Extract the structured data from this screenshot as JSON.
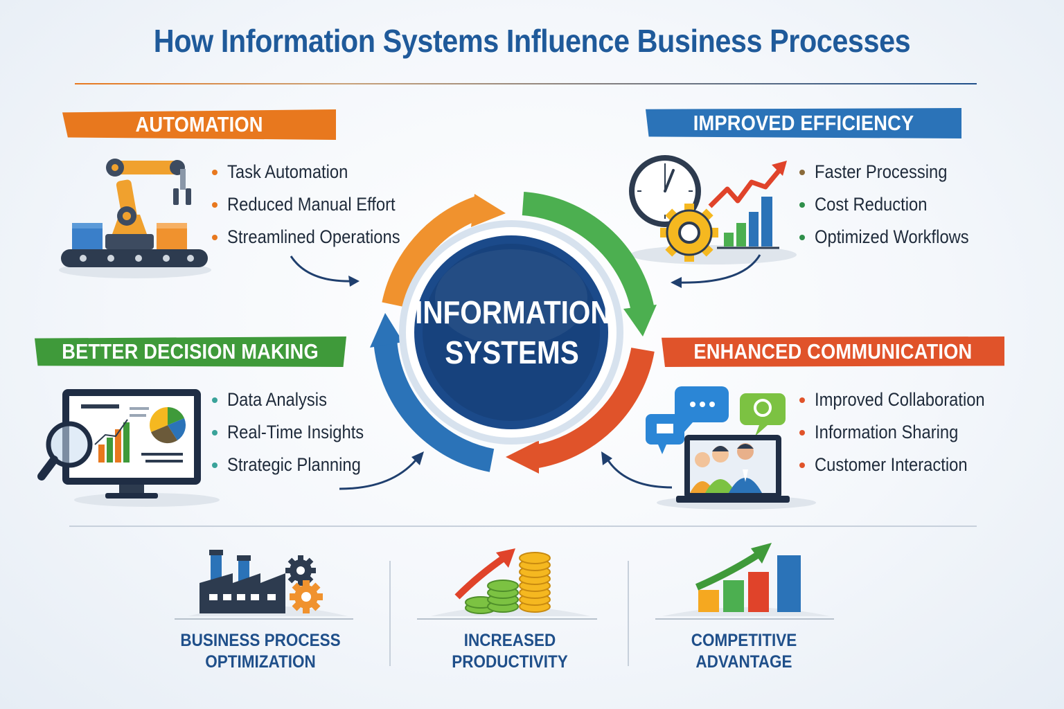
{
  "title": "How Information Systems Influence Business Processes",
  "center": {
    "line1": "INFORMATION",
    "line2": "SYSTEMS"
  },
  "sections": {
    "automation": {
      "heading": "AUTOMATION",
      "items": [
        "Task Automation",
        "Reduced Manual Effort",
        "Streamlined Operations"
      ],
      "color": "#e8781e"
    },
    "efficiency": {
      "heading": "IMPROVED EFFICIENCY",
      "items": [
        "Faster Processing",
        "Cost Reduction",
        "Optimized Workflows"
      ],
      "color": "#2b73b8"
    },
    "decision": {
      "heading": "BETTER DECISION MAKING",
      "items": [
        "Data Analysis",
        "Real-Time Insights",
        "Strategic Planning"
      ],
      "color": "#3f9a3a"
    },
    "communication": {
      "heading": "ENHANCED COMMUNICATION",
      "items": [
        "Improved Collaboration",
        "Information Sharing",
        "Customer Interaction"
      ],
      "color": "#e0532a"
    }
  },
  "outcomes": [
    {
      "line1": "BUSINESS PROCESS",
      "line2": "OPTIMIZATION",
      "icon": "factory-icon"
    },
    {
      "line1": "INCREASED",
      "line2": "PRODUCTIVITY",
      "icon": "coins-growth-icon"
    },
    {
      "line1": "COMPETITIVE",
      "line2": "ADVANTAGE",
      "icon": "bar-growth-icon"
    }
  ],
  "icons": [
    "robot-arm-icon",
    "clock-gear-chart-icon",
    "monitor-analytics-icon",
    "chat-video-call-icon"
  ]
}
